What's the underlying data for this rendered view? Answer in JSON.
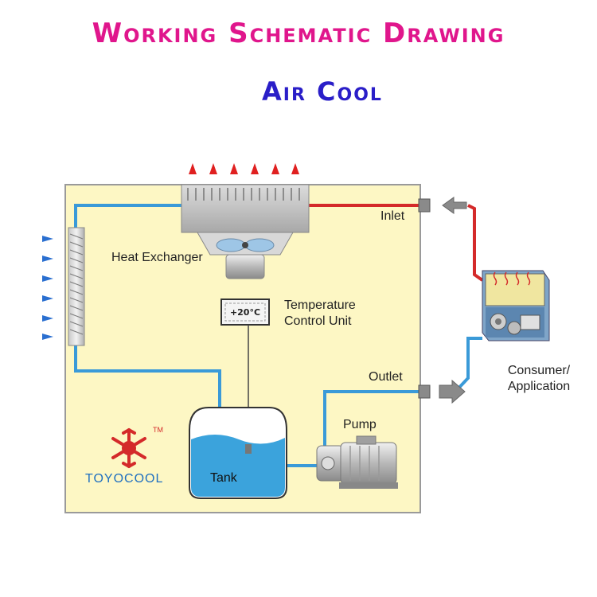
{
  "title": "Working Schematic Drawing",
  "subtitle": "Air Cool",
  "labels": {
    "inlet": "Inlet",
    "outlet": "Outlet",
    "heat_exchanger": "Heat Exchanger",
    "temperature_control_unit": "Temperature Control Unit",
    "pump": "Pump",
    "tank": "Tank",
    "consumer": "Consumer/ Application",
    "thermostat_display": "+20°C"
  },
  "brand": {
    "name": "TOYOCOOL",
    "trademark": "TM"
  },
  "colors": {
    "title": "#e0168c",
    "subtitle": "#2a1ec8",
    "enclosure": "#fdf7c4",
    "hot_line": "#d42a2a",
    "cold_line": "#3a9ad8",
    "water": "#3ba3dc",
    "brand": "#1e6fc0",
    "airflow_out": "#e02020",
    "airflow_in": "#2a6fd0"
  },
  "icons": {
    "logo": "snowflake-logo-icon",
    "airflow_hot": "hot-air-arrow-icon",
    "airflow_cold": "cold-air-arrow-icon",
    "flow": "flow-arrow-icon"
  }
}
